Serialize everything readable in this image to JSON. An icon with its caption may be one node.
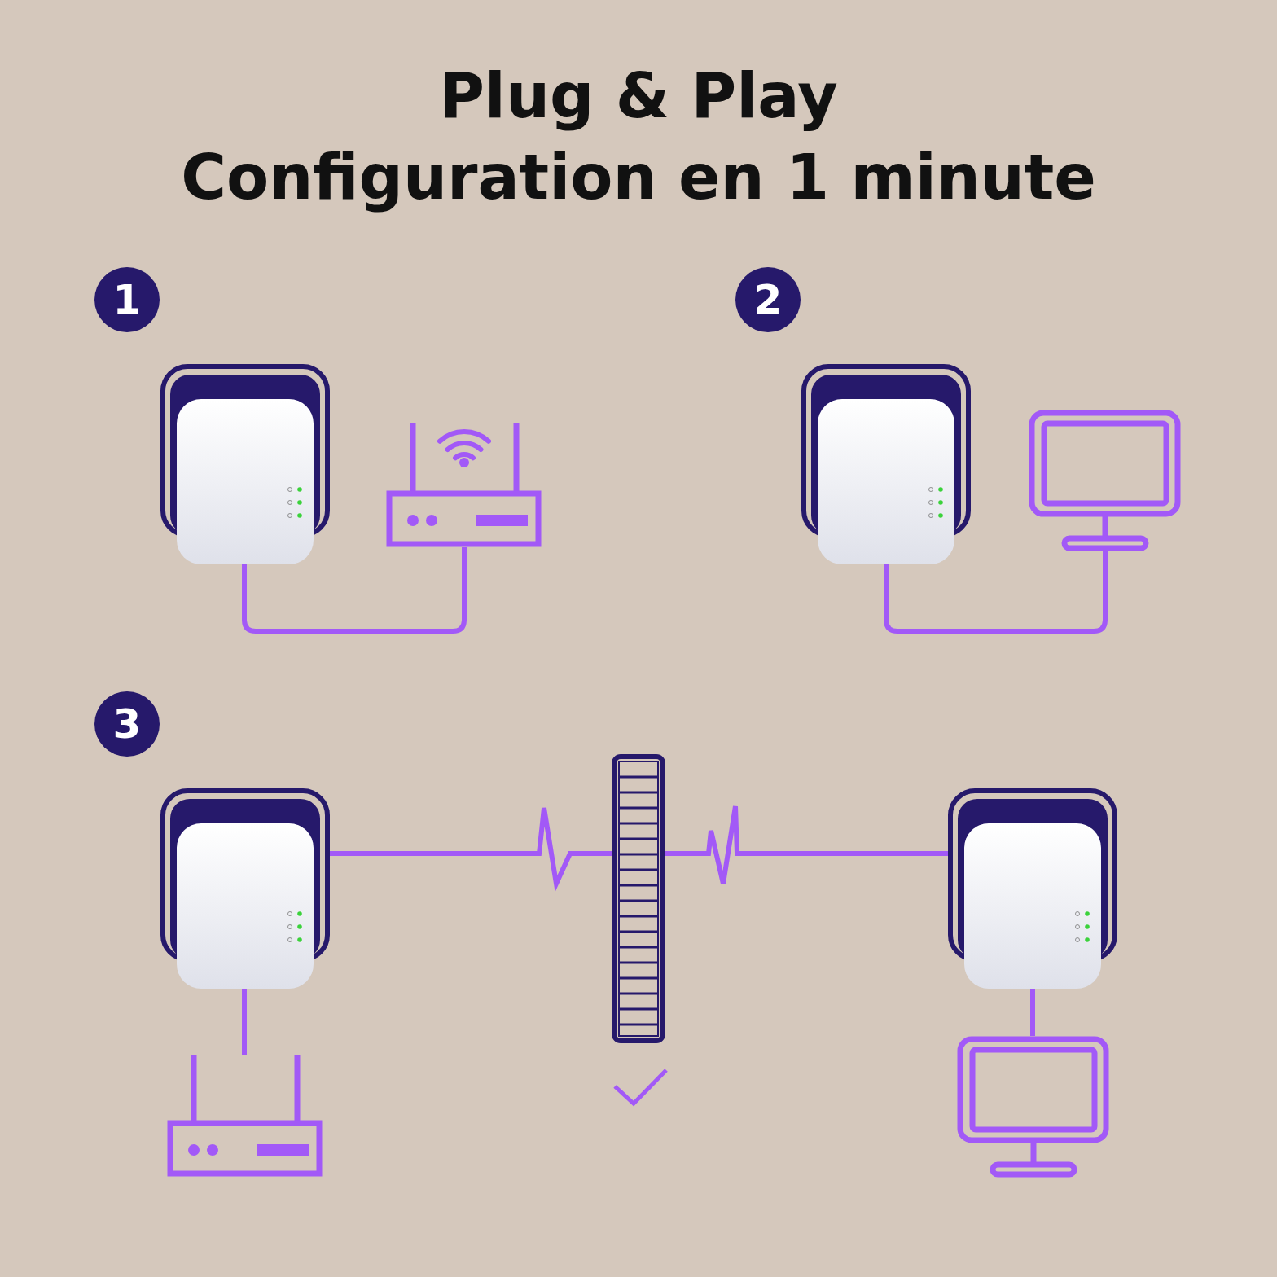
{
  "diagram": {
    "title": "Plug & Play",
    "nodes": [
      {
        "text": [],
        "shape": "picture"
      },
      {
        "text": [],
        "shape": "picture"
      },
      {
        "text": [],
        "shape": "picture"
      },
      {
        "text": [],
        "shape": "picture"
      },
      {
        "text": [],
        "shape": "picture"
      },
      {
        "text": [],
        "shape": "picture"
      },
      {
        "text": [],
        "shape": "picture"
      },
      {
        "text": [],
        "shape": "picture"
      },
      {
        "text": [],
        "shape": "bar"
      }
    ],
    "edges": [
      {
        "from": 0,
        "to": 1,
        "arrow": "none"
      },
      {
        "from": 2,
        "to": 3,
        "arrow": "none"
      },
      {
        "from": 4,
        "to": 8,
        "arrow": "none"
      },
      {
        "from": 5,
        "to": 8,
        "arrow": "none"
      },
      {
        "from": 4,
        "to": 6,
        "arrow": "none"
      },
      {
        "from": 5,
        "to": 7,
        "arrow": "none"
      }
    ],
    "labels": [
      "Configuration en 1 minute",
      "1",
      "2",
      "3"
    ]
  }
}
